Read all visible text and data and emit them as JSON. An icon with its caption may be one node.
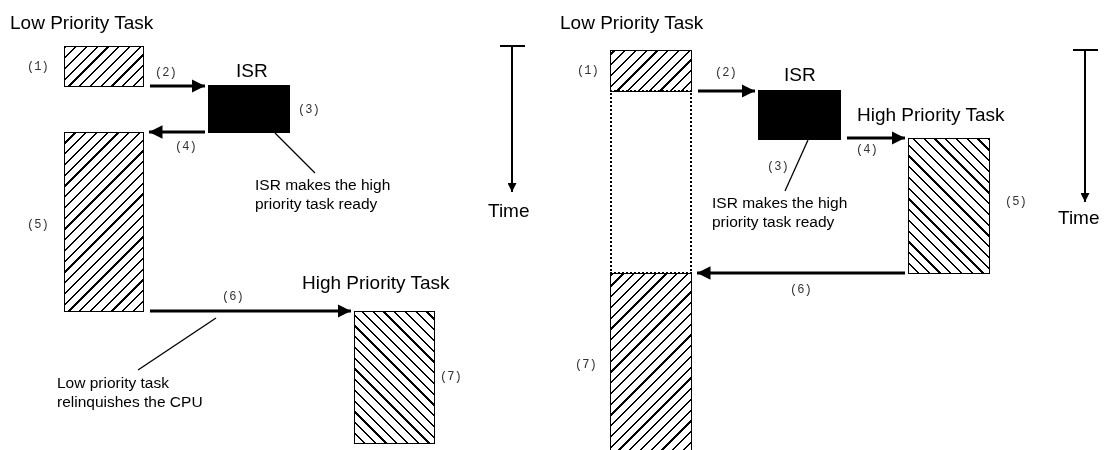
{
  "diagram": {
    "nodes": [
      {
        "text": [
          "Low Priority Task"
        ],
        "beside": [
          "(1)"
        ]
      },
      {
        "text": [
          "ISR"
        ],
        "beside": [
          "(3)"
        ]
      },
      {
        "text": [],
        "shape": "bar",
        "beside": [
          "(5)"
        ]
      },
      {
        "text": [
          "High Priority Task"
        ],
        "beside": [
          "(7)"
        ]
      },
      {
        "text": [
          "ISR makes the high priority task ready"
        ]
      },
      {
        "text": [
          "Low priority task relinquishes the CPU"
        ]
      },
      {
        "text": [
          "Low Priority Task"
        ],
        "beside": [
          "(1)"
        ]
      },
      {
        "text": [],
        "shape": "box"
      },
      {
        "text": [
          "ISR"
        ]
      },
      {
        "text": [
          "High Priority Task"
        ],
        "beside": [
          "(5)"
        ]
      },
      {
        "text": [],
        "shape": "bar",
        "beside": [
          "(7)"
        ]
      },
      {
        "text": [
          "ISR makes the high priority task ready"
        ]
      }
    ],
    "edges": [
      {
        "from": 0,
        "to": 1,
        "arrow": "to",
        "label": "(2)"
      },
      {
        "from": 1,
        "to": 2,
        "arrow": "to",
        "label": "(4)"
      },
      {
        "from": 2,
        "to": 3,
        "arrow": "to",
        "label": "(6)"
      },
      {
        "from": 4,
        "to": 1,
        "arrow": "none"
      },
      {
        "from": 5,
        "to": null,
        "arrow": "none"
      },
      {
        "from": 6,
        "to": 8,
        "arrow": "to",
        "label": "(2)"
      },
      {
        "from": 8,
        "to": 9,
        "arrow": "to",
        "label": "(4)"
      },
      {
        "from": 9,
        "to": 10,
        "arrow": "to",
        "label": "(6)"
      },
      {
        "from": 11,
        "to": 8,
        "arrow": "none"
      }
    ],
    "labels": [
      "Time",
      "(3)",
      "Time"
    ]
  }
}
